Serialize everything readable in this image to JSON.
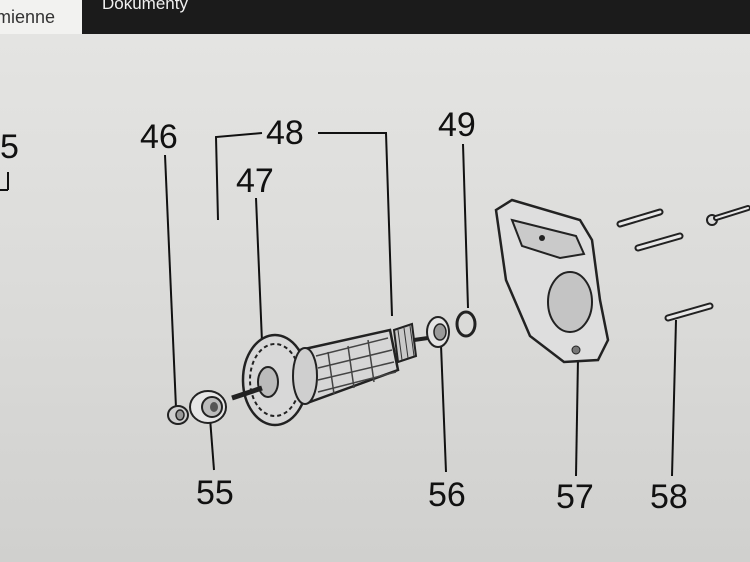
{
  "tabs": [
    {
      "label": "mienne",
      "active": false
    },
    {
      "label": "Dokumenty",
      "active": true
    }
  ],
  "diagram": {
    "callouts": [
      "5",
      "46",
      "48",
      "47",
      "49",
      "55",
      "56",
      "57",
      "58"
    ],
    "parts": [
      "ring",
      "bearing",
      "fan",
      "armature",
      "commutator",
      "bearing",
      "o-ring",
      "motor-housing",
      "pin",
      "pin",
      "screw",
      "pin"
    ]
  },
  "colors": {
    "tab_active_bg": "#1b1b1b",
    "tab_active_text": "#f0f0f0",
    "canvas_bg": "#dcdcda",
    "ink": "#111111"
  }
}
